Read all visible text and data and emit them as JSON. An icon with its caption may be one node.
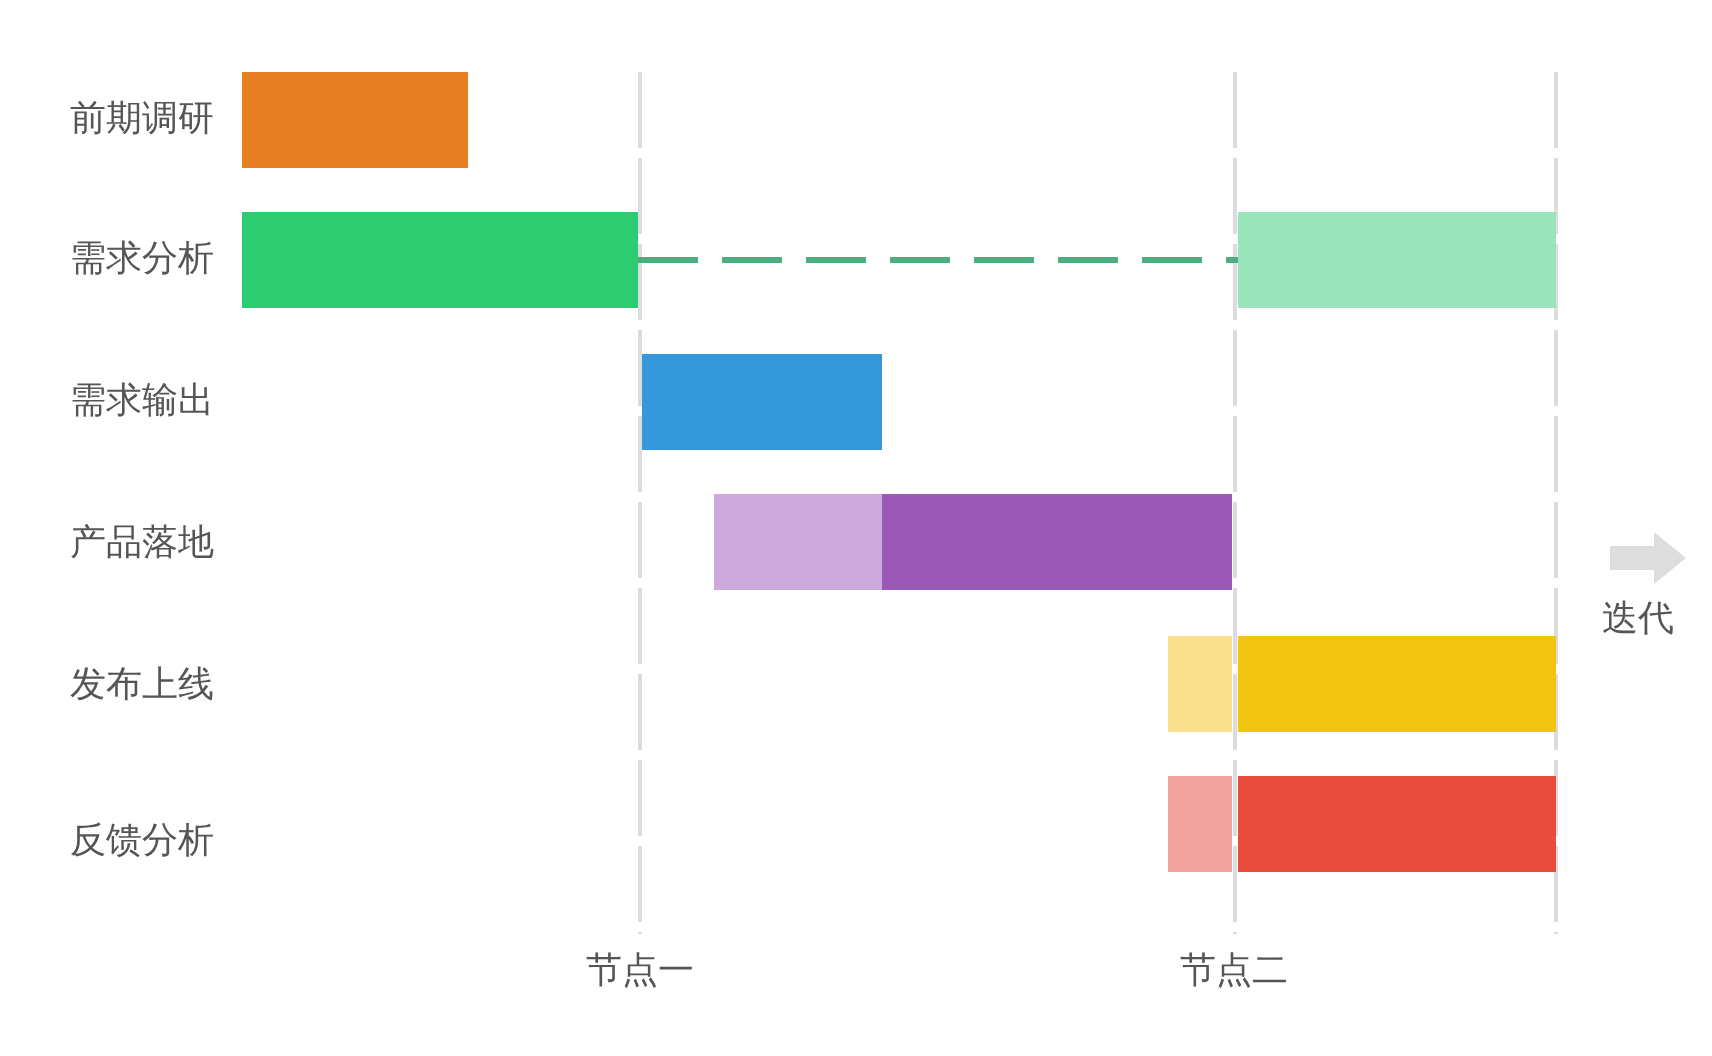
{
  "diagram": {
    "nodes": [
      {
        "text": [],
        "shape": "bar"
      },
      {
        "text": [],
        "shape": "bar"
      },
      {
        "text": [],
        "shape": "bar"
      },
      {
        "text": [],
        "shape": "bar"
      },
      {
        "text": [],
        "shape": "bar"
      },
      {
        "text": [],
        "shape": "bar"
      },
      {
        "text": [],
        "shape": "bar"
      },
      {
        "text": [],
        "shape": "bar"
      },
      {
        "text": [],
        "shape": "bar"
      },
      {
        "text": [],
        "shape": "bar"
      }
    ],
    "edges": [
      {
        "from": 1,
        "to": 2,
        "arrow": "none",
        "style": "dashed",
        "color": "#4aae7f"
      }
    ],
    "labels": [
      "前期调研",
      "需求分析",
      "需求输出",
      "产品落地",
      "迭代",
      "发布上线",
      "反馈分析",
      "节点一",
      "节点二"
    ]
  }
}
